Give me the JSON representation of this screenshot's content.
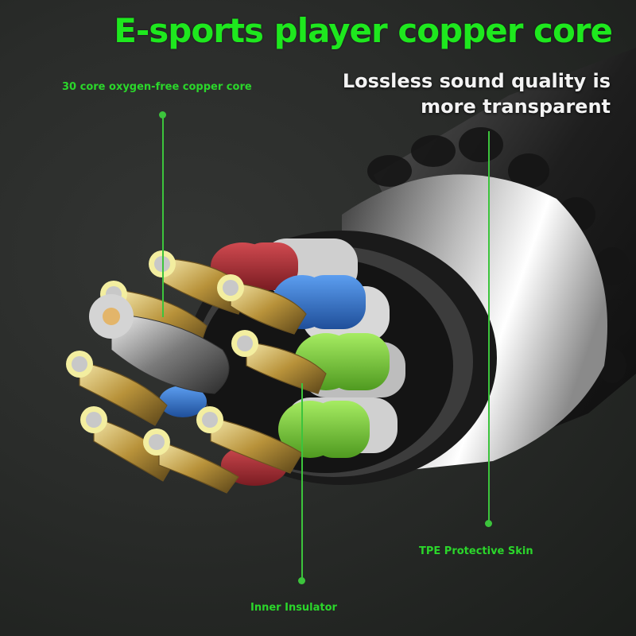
{
  "headline": "E-sports player copper core",
  "subheadline": {
    "line1": "Lossless sound quality is",
    "line2": "more transparent"
  },
  "callouts": [
    {
      "id": "copper-core",
      "label": "30 core oxygen-free copper core"
    },
    {
      "id": "inner-insulator",
      "label": "Inner Insulator"
    },
    {
      "id": "tpe-skin",
      "label": "TPE Protective Skin"
    }
  ],
  "colors": {
    "accent_green": "#1ee81e",
    "callout_green": "#2bd62b",
    "leader_line": "#3cc43c",
    "background": "#2a2c2a",
    "insulator_red": "#b0303a",
    "insulator_blue": "#2f6fd0",
    "insulator_green": "#7fd23a",
    "copper": "#d9c27a"
  }
}
